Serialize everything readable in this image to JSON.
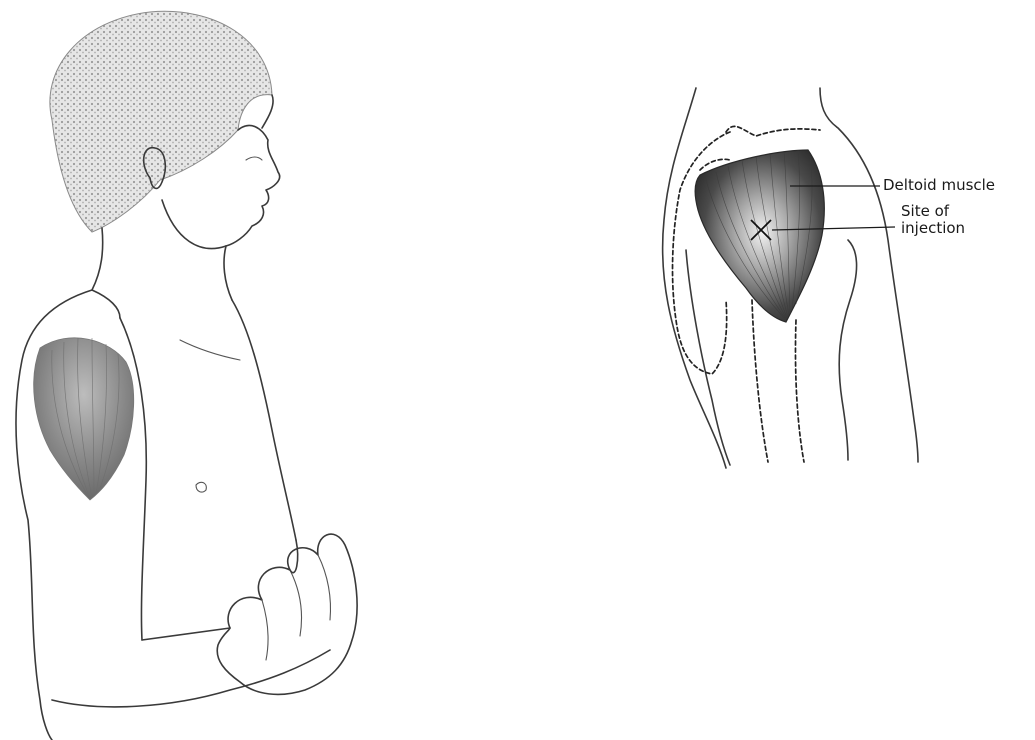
{
  "labels": {
    "deltoid": "Deltoid muscle",
    "site_line1": "Site of",
    "site_line2": "injection"
  },
  "colors": {
    "outline": "#3a3a3a",
    "muscle_dark": "#3f3f3f",
    "muscle_light": "#d9d9d9",
    "skin": "#ffffff"
  }
}
